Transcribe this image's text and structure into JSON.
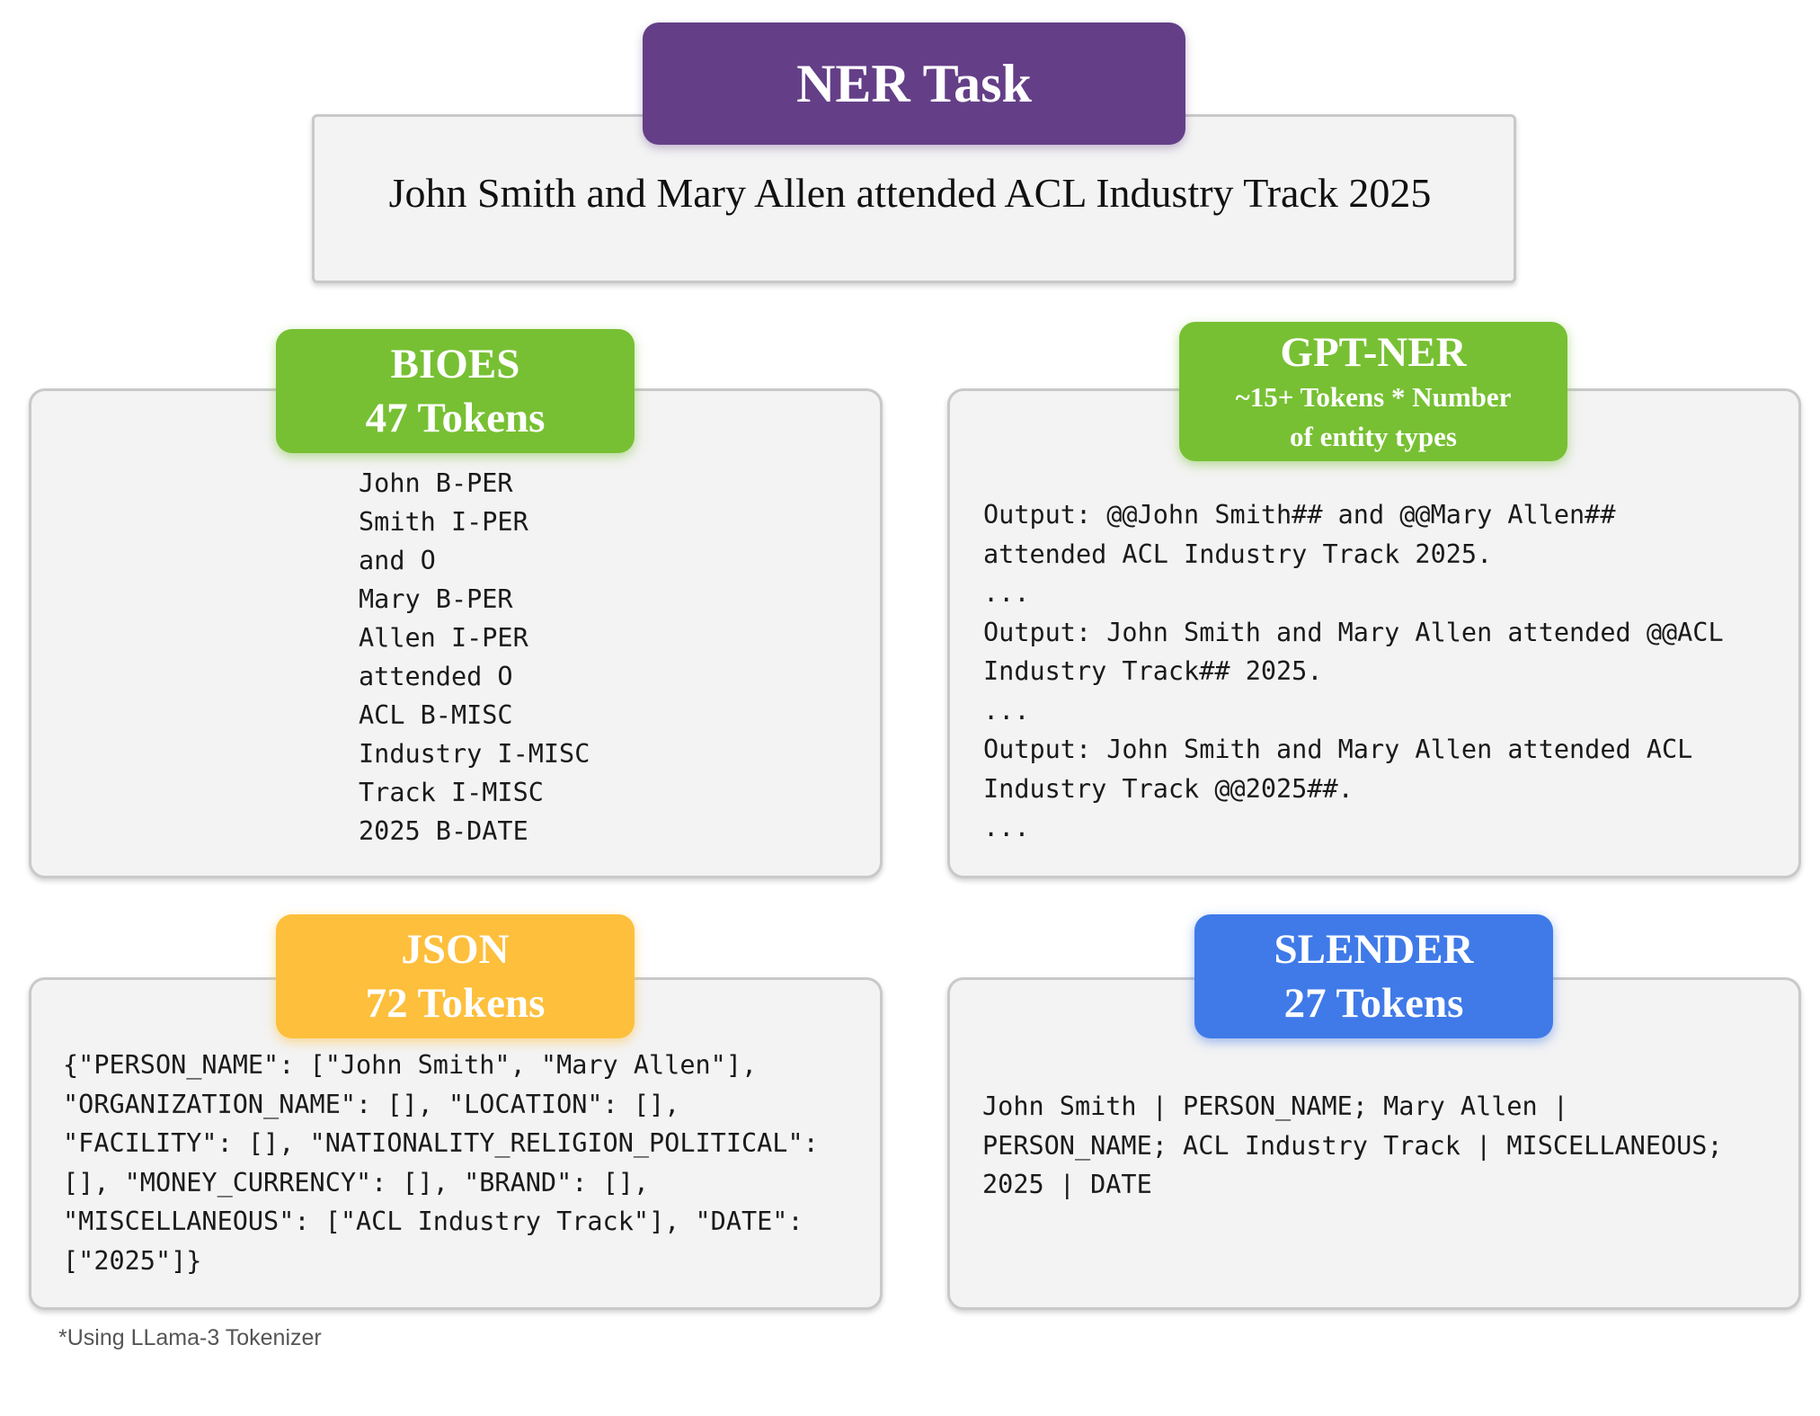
{
  "header": {
    "title": "NER Task",
    "sentence": "John Smith and Mary Allen attended ACL Industry Track 2025"
  },
  "bioes": {
    "name": "BIOES",
    "tokens": "47 Tokens",
    "lines": [
      "John B-PER",
      "Smith I-PER",
      "and O",
      "Mary B-PER",
      "Allen I-PER",
      "attended O",
      "ACL B-MISC",
      "Industry I-MISC",
      "Track I-MISC",
      "2025 B-DATE"
    ],
    "color": "#77c033"
  },
  "gpt_ner": {
    "name": "GPT-NER",
    "tokens_line1": "~15+ Tokens * Number",
    "tokens_line2": "of entity types",
    "lines": [
      "Output: @@John Smith## and @@Mary Allen##",
      "attended ACL Industry Track 2025.",
      "...",
      "Output: John Smith and Mary Allen attended @@ACL",
      "Industry Track## 2025.",
      "...",
      "Output: John Smith and Mary Allen attended ACL",
      "Industry Track @@2025##.",
      "..."
    ],
    "color": "#77c033"
  },
  "json": {
    "name": "JSON",
    "tokens": "72 Tokens",
    "lines": [
      "{\"PERSON_NAME\": [\"John Smith\", \"Mary Allen\"],",
      "\"ORGANIZATION_NAME\": [], \"LOCATION\": [],",
      "\"FACILITY\": [], \"NATIONALITY_RELIGION_POLITICAL\":",
      "[], \"MONEY_CURRENCY\": [], \"BRAND\": [],",
      "\"MISCELLANEOUS\": [\"ACL Industry Track\"], \"DATE\":",
      "[\"2025\"]}"
    ],
    "color": "#fdbf3c"
  },
  "slender": {
    "name": "SLENDER",
    "tokens": "27 Tokens",
    "lines": [
      "John Smith | PERSON_NAME; Mary Allen |",
      "PERSON_NAME; ACL Industry Track | MISCELLANEOUS;",
      "2025 | DATE"
    ],
    "color": "#3f7ae8"
  },
  "title_color": "#643f88",
  "footnote": "*Using LLama-3 Tokenizer"
}
